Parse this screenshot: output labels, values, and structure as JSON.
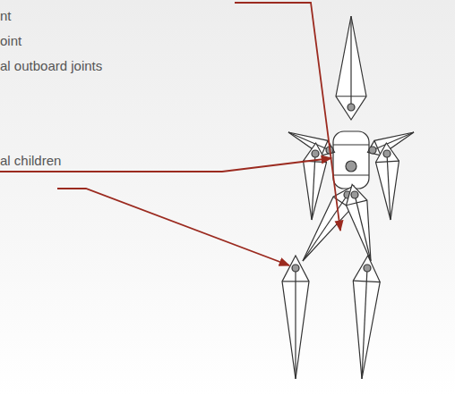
{
  "diagram": {
    "labels": [
      "nt",
      "oint",
      "al outboard joints",
      "al children"
    ]
  }
}
